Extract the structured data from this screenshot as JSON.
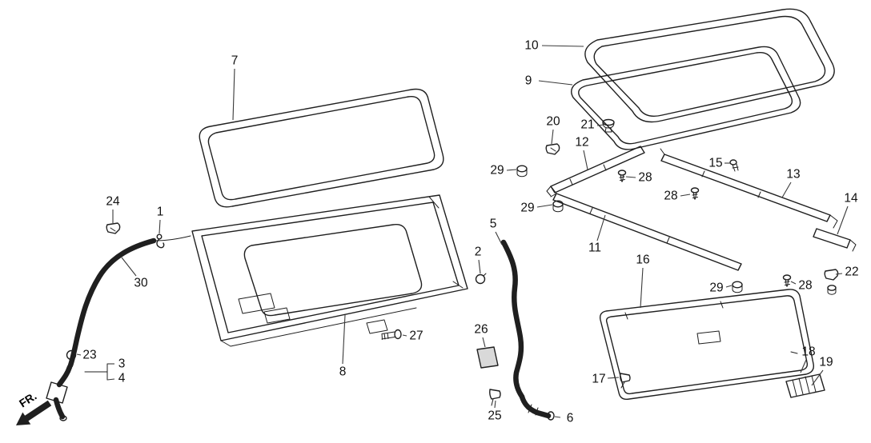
{
  "diagram": {
    "fr_label": "FR.",
    "ink_color": "#1f1f1f",
    "background_color": "#ffffff",
    "callouts": [
      {
        "text": "7",
        "label": [
          293,
          76
        ],
        "line": [
          [
            293,
            86
          ],
          [
            291,
            150
          ]
        ]
      },
      {
        "text": "10",
        "label": [
          664,
          57
        ],
        "line": [
          [
            677,
            57
          ],
          [
            729,
            58
          ]
        ]
      },
      {
        "text": "9",
        "label": [
          660,
          101
        ],
        "line": [
          [
            673,
            101
          ],
          [
            715,
            106
          ]
        ]
      },
      {
        "text": "20",
        "label": [
          691,
          152
        ],
        "line": [
          [
            691,
            162
          ],
          [
            689,
            180
          ]
        ]
      },
      {
        "text": "21",
        "label": [
          734,
          156
        ],
        "line": [
          [
            746,
            157
          ],
          [
            754,
            156
          ]
        ]
      },
      {
        "text": "12",
        "label": [
          727,
          178
        ],
        "line": [
          [
            729,
            188
          ],
          [
            734,
            212
          ]
        ]
      },
      {
        "text": "15",
        "label": [
          894,
          204
        ],
        "line": [
          [
            905,
            204
          ],
          [
            912,
            204
          ]
        ]
      },
      {
        "text": "29",
        "label": [
          621,
          213
        ],
        "line": [
          [
            633,
            213
          ],
          [
            645,
            212
          ]
        ]
      },
      {
        "text": "28",
        "label": [
          806,
          222
        ],
        "line": [
          [
            794,
            222
          ],
          [
            782,
            221
          ]
        ]
      },
      {
        "text": "13",
        "label": [
          991,
          218
        ],
        "line": [
          [
            988,
            228
          ],
          [
            977,
            247
          ]
        ]
      },
      {
        "text": "28",
        "label": [
          838,
          245
        ],
        "line": [
          [
            850,
            245
          ],
          [
            862,
            243
          ]
        ]
      },
      {
        "text": "14",
        "label": [
          1063,
          248
        ],
        "line": [
          [
            1059,
            258
          ],
          [
            1046,
            293
          ]
        ]
      },
      {
        "text": "29",
        "label": [
          659,
          260
        ],
        "line": [
          [
            671,
            259
          ],
          [
            690,
            256
          ]
        ]
      },
      {
        "text": "24",
        "label": [
          141,
          252
        ],
        "line": [
          [
            141,
            262
          ],
          [
            141,
            279
          ]
        ]
      },
      {
        "text": "1",
        "label": [
          200,
          265
        ],
        "line": [
          [
            200,
            275
          ],
          [
            199,
            292
          ]
        ]
      },
      {
        "text": "5",
        "label": [
          616,
          280
        ],
        "line": [
          [
            619,
            290
          ],
          [
            627,
            306
          ]
        ]
      },
      {
        "text": "2",
        "label": [
          597,
          315
        ],
        "line": [
          [
            598,
            325
          ],
          [
            600,
            342
          ]
        ]
      },
      {
        "text": "11",
        "label": [
          743,
          310
        ],
        "line": [
          [
            746,
            301
          ],
          [
            756,
            269
          ]
        ]
      },
      {
        "text": "30",
        "label": [
          176,
          354
        ],
        "line": [
          [
            170,
            345
          ],
          [
            152,
            322
          ]
        ]
      },
      {
        "text": "16",
        "label": [
          803,
          325
        ],
        "line": [
          [
            803,
            335
          ],
          [
            800,
            385
          ]
        ]
      },
      {
        "text": "22",
        "label": [
          1064,
          340
        ],
        "line": [
          [
            1052,
            342
          ],
          [
            1044,
            343
          ]
        ]
      },
      {
        "text": "29",
        "label": [
          895,
          360
        ],
        "line": [
          [
            907,
            359
          ],
          [
            914,
            357
          ]
        ]
      },
      {
        "text": "28",
        "label": [
          1006,
          357
        ],
        "line": [
          [
            994,
            355
          ],
          [
            988,
            352
          ]
        ]
      },
      {
        "text": "26",
        "label": [
          601,
          412
        ],
        "line": [
          [
            603,
            422
          ],
          [
            606,
            434
          ]
        ]
      },
      {
        "text": "27",
        "label": [
          520,
          420
        ],
        "line": [
          [
            508,
            420
          ],
          [
            503,
            419
          ]
        ]
      },
      {
        "text": "8",
        "label": [
          428,
          465
        ],
        "line": [
          [
            428,
            455
          ],
          [
            431,
            394
          ]
        ]
      },
      {
        "text": "23",
        "label": [
          112,
          444
        ],
        "line": [
          [
            101,
            444
          ],
          [
            96,
            443
          ]
        ]
      },
      {
        "text": "3",
        "label": [
          152,
          455
        ],
        "line": [
          [
            143,
            455
          ],
          [
            134,
            455
          ]
        ]
      },
      {
        "text": "4",
        "label": [
          152,
          473
        ],
        "line": [
          [
            143,
            474
          ],
          [
            134,
            475
          ]
        ]
      },
      {
        "text": "17",
        "label": [
          748,
          474
        ],
        "line": [
          [
            759,
            473
          ],
          [
            773,
            472
          ]
        ]
      },
      {
        "text": "18",
        "label": [
          1010,
          440
        ],
        "line": [
          [
            1007,
            450
          ],
          [
            1000,
            466
          ]
        ]
      },
      {
        "text": "19",
        "label": [
          1032,
          453
        ],
        "line": [
          [
            1028,
            463
          ],
          [
            1014,
            482
          ]
        ]
      },
      {
        "text": "25",
        "label": [
          618,
          520
        ],
        "line": [
          [
            618,
            510
          ],
          [
            619,
            501
          ]
        ]
      },
      {
        "text": "6",
        "label": [
          712,
          523
        ],
        "line": [
          [
            700,
            522
          ],
          [
            693,
            521
          ]
        ]
      }
    ]
  }
}
